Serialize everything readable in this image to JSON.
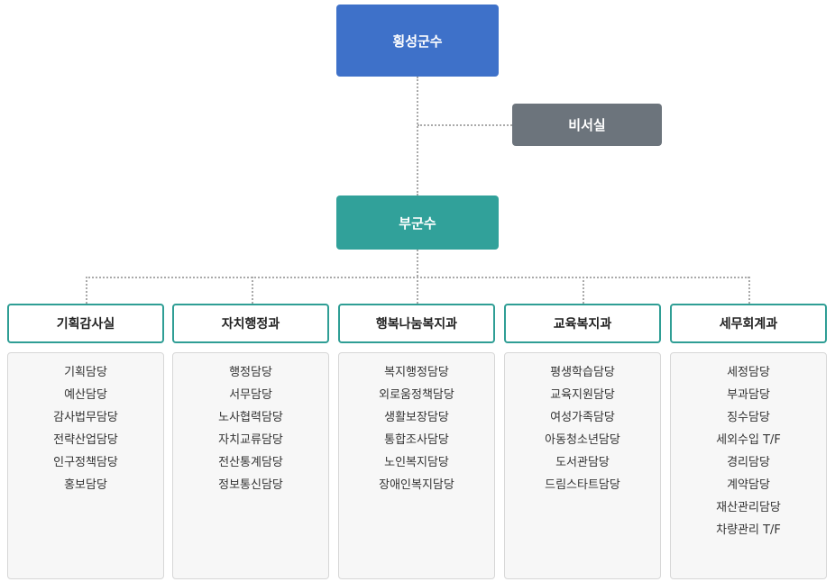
{
  "top": {
    "label": "횡성군수",
    "color": "#3e71c9"
  },
  "secretary": {
    "label": "비서실",
    "color": "#6c747c"
  },
  "vice": {
    "label": "부군수",
    "color": "#31a19a"
  },
  "accent_color": "#2f9e95",
  "departments": [
    {
      "name": "기획감사실",
      "teams": [
        "기획담당",
        "예산담당",
        "감사법무담당",
        "전략산업담당",
        "인구정책담당",
        "홍보담당"
      ]
    },
    {
      "name": "자치행정과",
      "teams": [
        "행정담당",
        "서무담당",
        "노사협력담당",
        "자치교류담당",
        "전산통계담당",
        "정보통신담당"
      ]
    },
    {
      "name": "행복나눔복지과",
      "teams": [
        "복지행정담당",
        "외로움정책담당",
        "생활보장담당",
        "통합조사담당",
        "노인복지담당",
        "장애인복지담당"
      ]
    },
    {
      "name": "교육복지과",
      "teams": [
        "평생학습담당",
        "교육지원담당",
        "여성가족담당",
        "아동청소년담당",
        "도서관담당",
        "드림스타트담당"
      ]
    },
    {
      "name": "세무회계과",
      "teams": [
        "세정담당",
        "부과담당",
        "징수담당",
        "세외수입 T/F",
        "경리담당",
        "계약담당",
        "재산관리담당",
        "차량관리 T/F"
      ]
    }
  ]
}
